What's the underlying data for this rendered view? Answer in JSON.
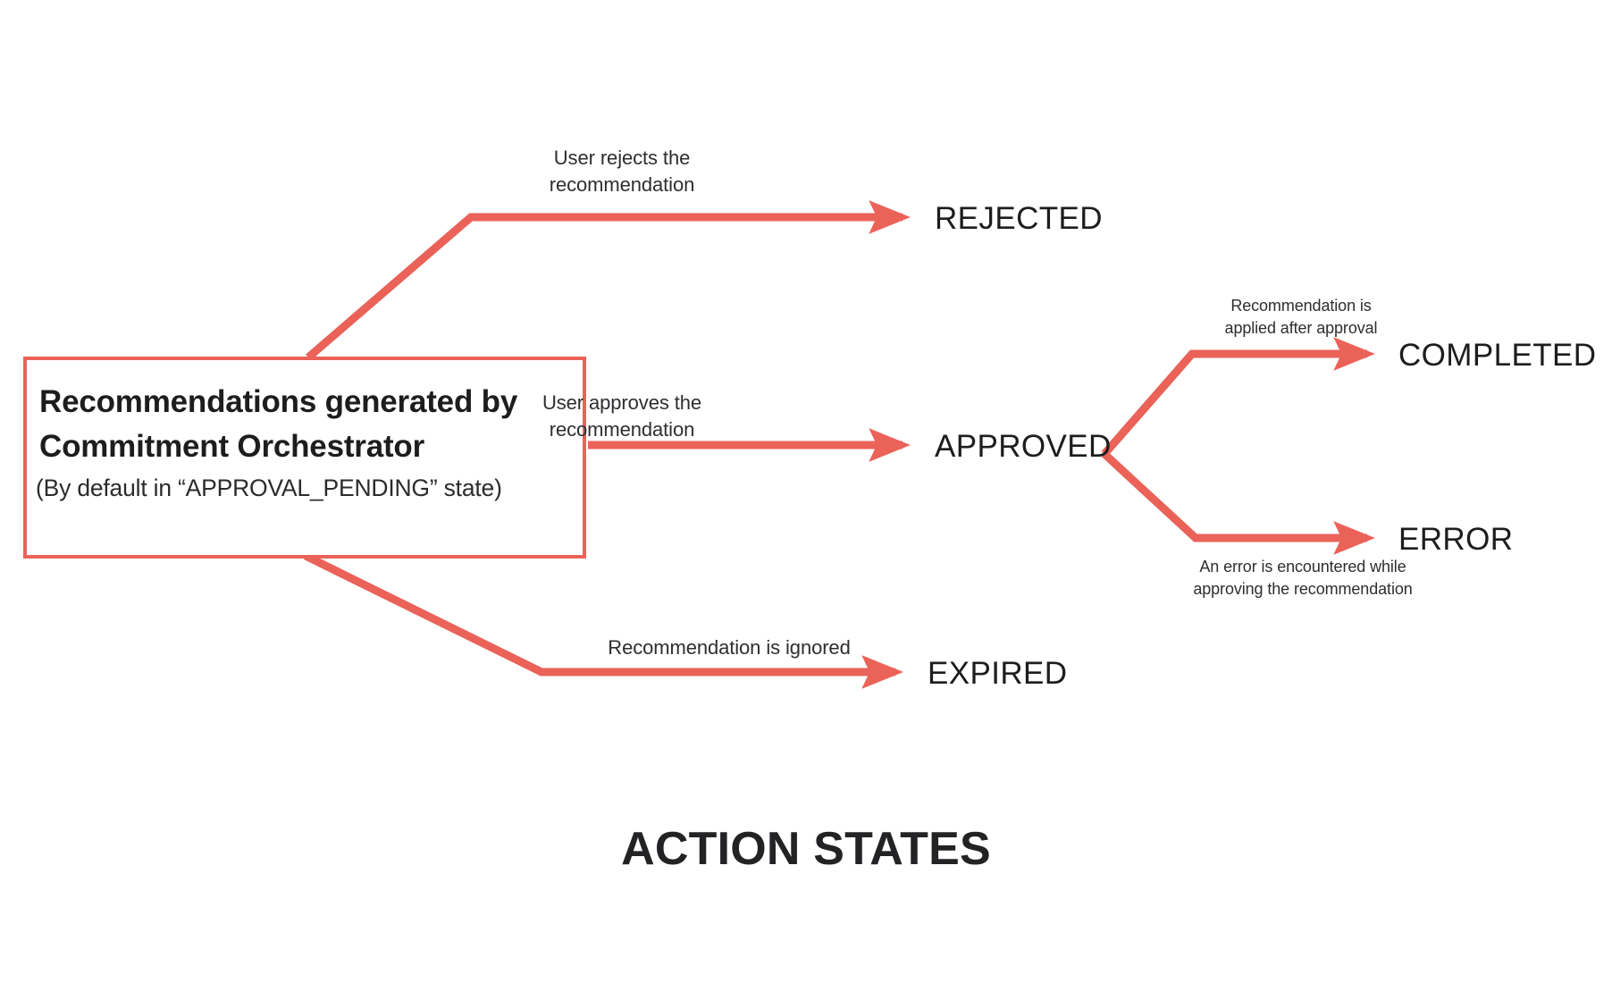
{
  "diagram": {
    "title": "ACTION STATES",
    "accent_color": "#EA6258",
    "text_color": "#1d1d1f",
    "background": "#ffffff",
    "source_node": {
      "title": "Recommendations generated by Commitment Orchestrator",
      "subtitle": "(By default in “APPROVAL_PENDING” state)"
    },
    "states": [
      {
        "id": "rejected",
        "label": "REJECTED"
      },
      {
        "id": "approved",
        "label": "APPROVED"
      },
      {
        "id": "expired",
        "label": "EXPIRED"
      },
      {
        "id": "completed",
        "label": "COMPLETED"
      },
      {
        "id": "error",
        "label": "ERROR"
      }
    ],
    "transitions": [
      {
        "id": "to-rejected",
        "from": "source",
        "to": "rejected",
        "label": "User rejects the\nrecommendation"
      },
      {
        "id": "to-approved",
        "from": "source",
        "to": "approved",
        "label": "User approves the\nrecommendation"
      },
      {
        "id": "to-expired",
        "from": "source",
        "to": "expired",
        "label": "Recommendation is ignored"
      },
      {
        "id": "to-completed",
        "from": "approved",
        "to": "completed",
        "label": "Recommendation is\napplied after approval"
      },
      {
        "id": "to-error",
        "from": "approved",
        "to": "error",
        "label": "An error is encountered while\napproving the recommendation"
      }
    ]
  }
}
